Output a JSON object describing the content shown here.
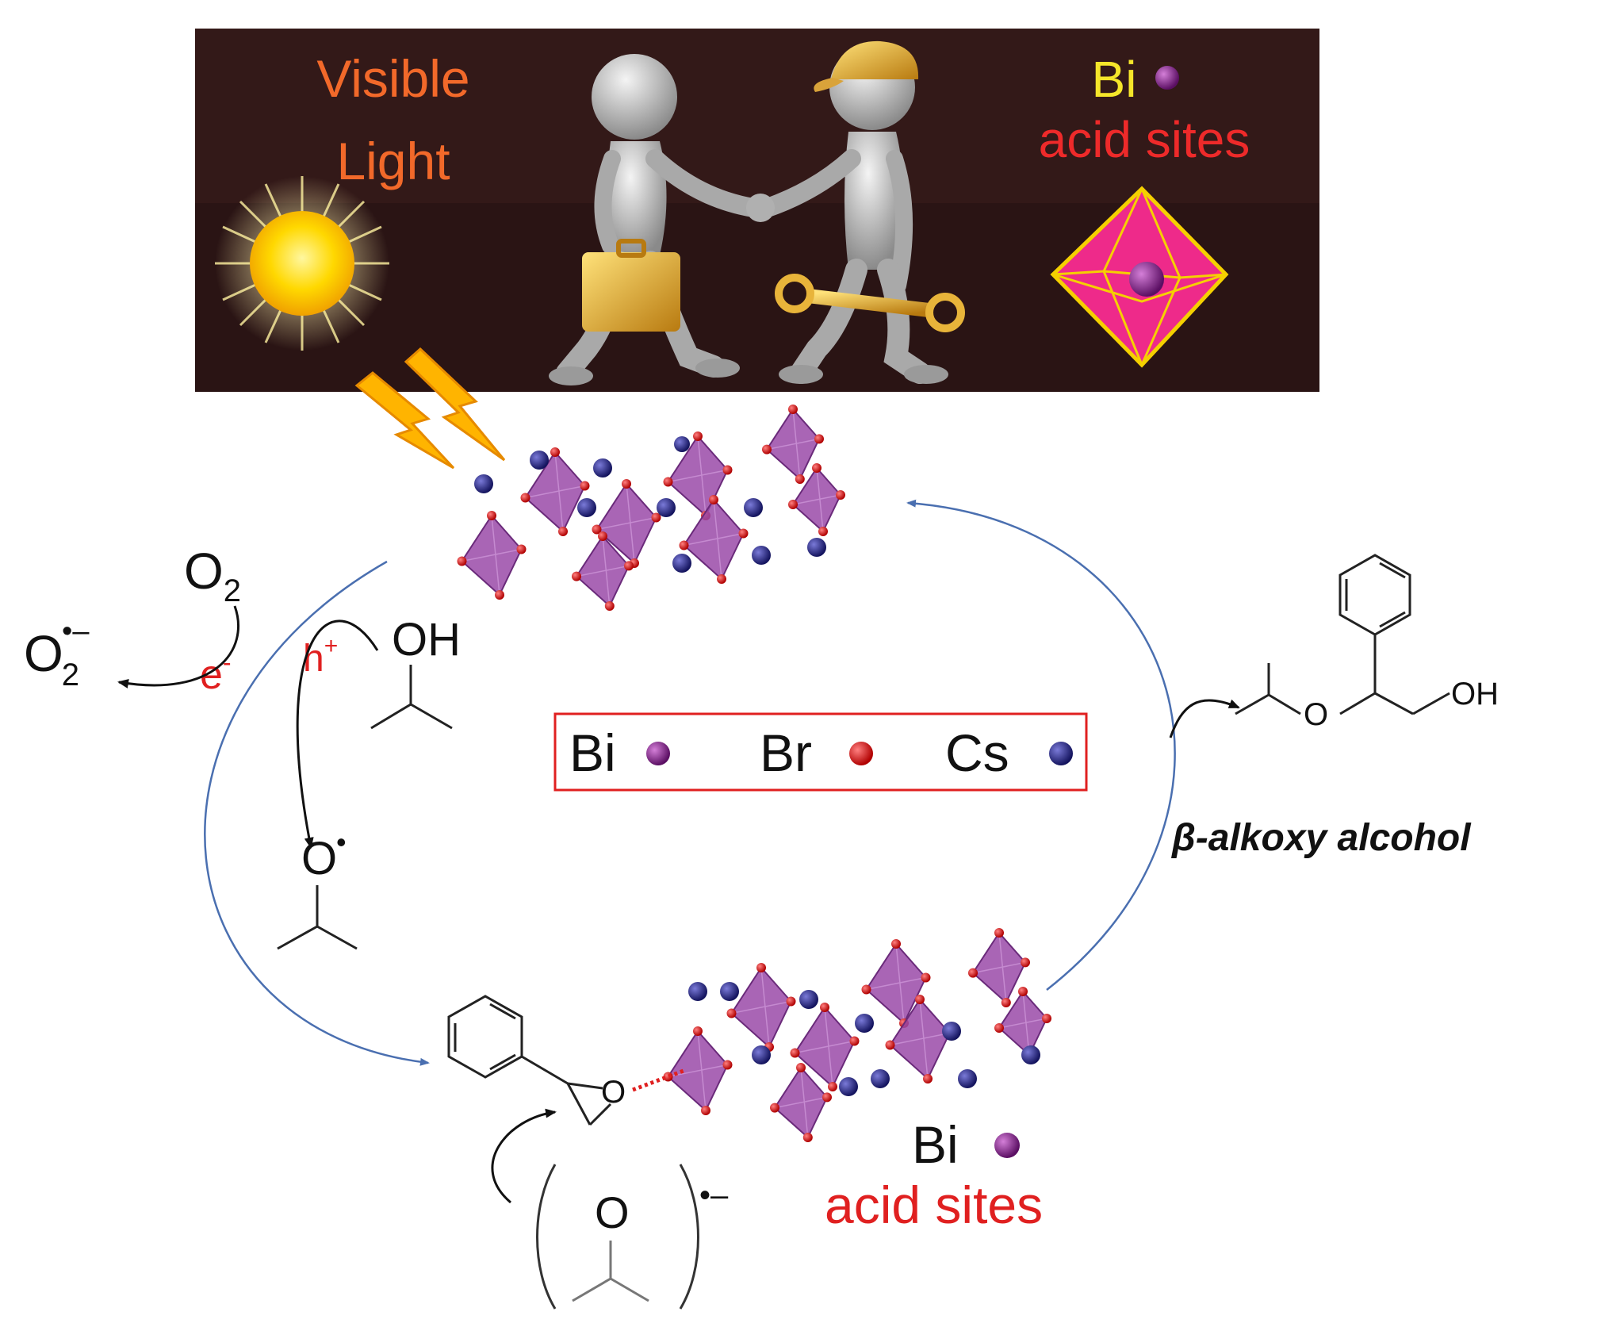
{
  "banner": {
    "light_line1": "Visible",
    "light_line2": "Light",
    "bi_label": "Bi",
    "acid_label": "acid sites",
    "colors": {
      "background": "#2a1414",
      "light_text": "#f2692a",
      "bi_text": "#f5e62a",
      "acid_text": "#ee2a2a"
    }
  },
  "legend": {
    "items": [
      {
        "label": "Bi",
        "color": "#8a1f8f"
      },
      {
        "label": "Br",
        "color": "#e01010"
      },
      {
        "label": "Cs",
        "color": "#23238a"
      }
    ],
    "border_color": "#e02020"
  },
  "mechanism": {
    "o2": "O",
    "o2_sub": "2",
    "superoxide": "O",
    "superoxide_sub": "2",
    "superoxide_sup": "•–",
    "electron": "e",
    "electron_sup": "-",
    "hole": "h",
    "hole_sup": "+",
    "alcohol_oh": "OH",
    "radical_o": "O",
    "radical_dot": "•",
    "epoxide_o": "O",
    "nucleophile_o": "O",
    "nucleophile_charge": "•–",
    "product_o": "O",
    "product_oh": "OH",
    "product_name": "β-alkoxy alcohol",
    "bottom_bi": "Bi",
    "bottom_acid": "acid sites",
    "cycle_color": "#4a6fb0",
    "red_label_color": "#e02020"
  }
}
